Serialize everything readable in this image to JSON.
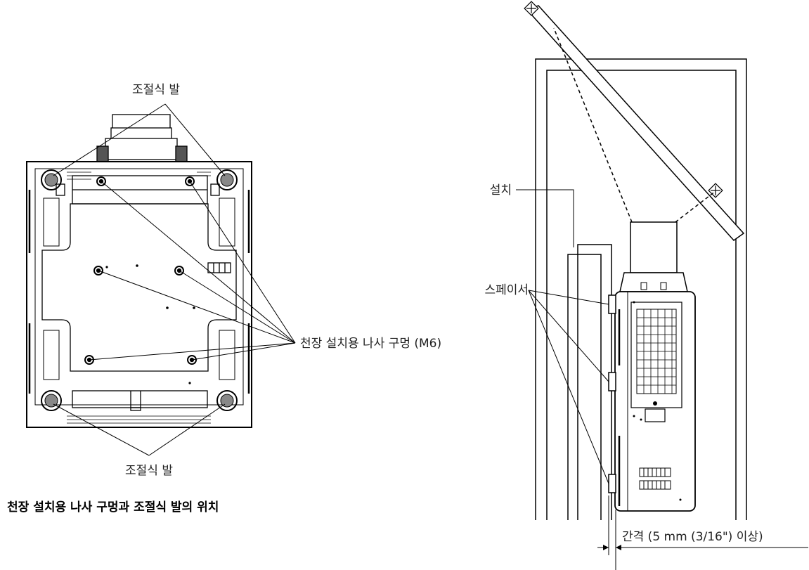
{
  "labels": {
    "adjustable_feet_top": "조절식 발",
    "adjustable_feet_bottom": "조절식 발",
    "ceiling_screw_holes": "천장 설치용 나사 구멍 (M6)",
    "installation": "설치",
    "spacer": "스페이서",
    "gap": "간격 (5 mm (3/16\") 이상)"
  },
  "caption": "천장 설치용 나사 구멍과 조절식 발의 위치"
}
